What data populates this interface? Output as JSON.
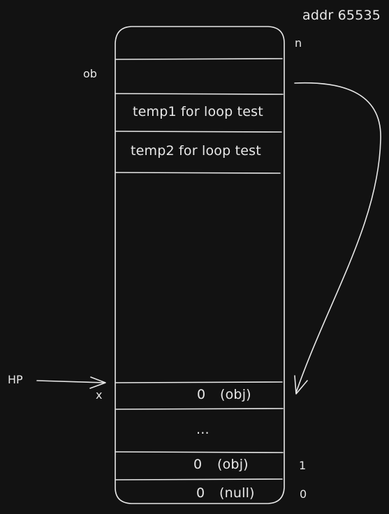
{
  "top_address_label": "addr 65535",
  "index_labels": {
    "top": "n",
    "one": "1",
    "zero": "0"
  },
  "side_labels": {
    "ob": "ob",
    "hp": "HP",
    "x": "x"
  },
  "cells": {
    "temp1": "temp1 for loop test",
    "temp2": "temp2 for loop test",
    "obj_top_value": "0",
    "obj_top_type": "(obj)",
    "ellipsis": "...",
    "obj_bottom_value": "0",
    "obj_bottom_type": "(obj)",
    "null_value": "0",
    "null_type": "(null)"
  },
  "colors": {
    "background": "#121212",
    "stroke": "#e8e8e8"
  }
}
